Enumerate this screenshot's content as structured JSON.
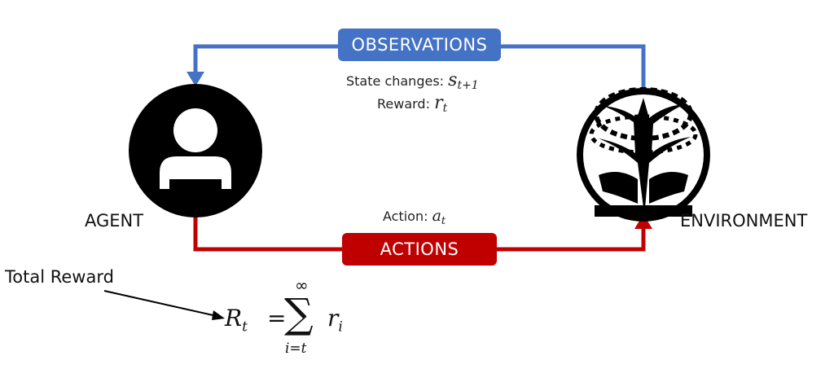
{
  "diagram": {
    "observations_label": "OBSERVATIONS",
    "actions_label": "ACTIONS",
    "agent_label": "AGENT",
    "environment_label": "ENVIRONMENT",
    "state_changes_label": "State changes:",
    "state_symbol": "s",
    "state_subscript": "t+1",
    "reward_label": "Reward:",
    "reward_symbol": "r",
    "reward_subscript": "t",
    "action_label": "Action:",
    "action_symbol": "a",
    "action_subscript": "t",
    "total_reward_label": "Total Reward",
    "formula": {
      "lhs": "R",
      "lhs_sub": "t",
      "equals": "=",
      "sum_upper": "∞",
      "sum_symbol": "∑",
      "sum_lower": "i=t",
      "term": "r",
      "term_sub": "i"
    },
    "colors": {
      "observations": "#4472c4",
      "actions": "#c00000",
      "icon": "#000000"
    }
  }
}
